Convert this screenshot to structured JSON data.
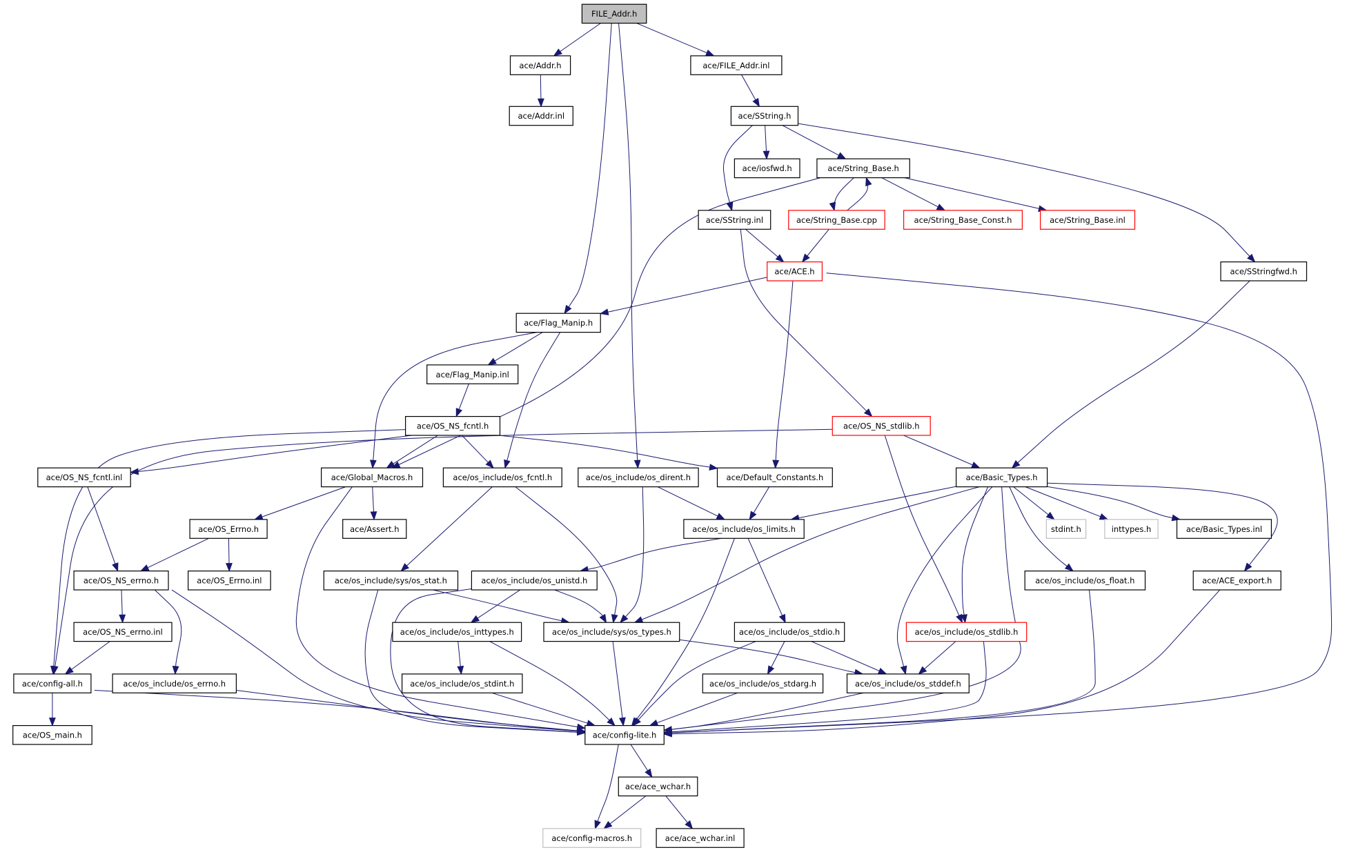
{
  "colors": {
    "edge": "#191970",
    "border_normal": "#000000",
    "border_truncated": "#ff0000",
    "border_external": "#bfbfbf",
    "fill_root": "#bfbfbf",
    "fill_normal": "#ffffff"
  },
  "nodes": [
    {
      "id": "n0",
      "label": "FILE_Addr.h",
      "style": "root"
    },
    {
      "id": "n1",
      "label": "ace/Addr.h",
      "style": "normal"
    },
    {
      "id": "n2",
      "label": "ace/FILE_Addr.inl",
      "style": "normal"
    },
    {
      "id": "n3",
      "label": "ace/Addr.inl",
      "style": "normal"
    },
    {
      "id": "n4",
      "label": "ace/SString.h",
      "style": "normal"
    },
    {
      "id": "n5",
      "label": "ace/iosfwd.h",
      "style": "normal"
    },
    {
      "id": "n6",
      "label": "ace/String_Base.h",
      "style": "normal"
    },
    {
      "id": "n7",
      "label": "ace/SString.inl",
      "style": "normal"
    },
    {
      "id": "n8",
      "label": "ace/String_Base.cpp",
      "style": "truncated"
    },
    {
      "id": "n9",
      "label": "ace/String_Base_Const.h",
      "style": "truncated"
    },
    {
      "id": "n10",
      "label": "ace/String_Base.inl",
      "style": "truncated"
    },
    {
      "id": "n11",
      "label": "ace/ACE.h",
      "style": "truncated"
    },
    {
      "id": "n12",
      "label": "ace/SStringfwd.h",
      "style": "normal"
    },
    {
      "id": "n13",
      "label": "ace/Flag_Manip.h",
      "style": "normal"
    },
    {
      "id": "n14",
      "label": "ace/Flag_Manip.inl",
      "style": "normal"
    },
    {
      "id": "n15",
      "label": "ace/OS_NS_fcntl.h",
      "style": "normal"
    },
    {
      "id": "n16",
      "label": "ace/OS_NS_stdlib.h",
      "style": "truncated"
    },
    {
      "id": "n17",
      "label": "ace/OS_NS_fcntl.inl",
      "style": "normal"
    },
    {
      "id": "n18",
      "label": "ace/Global_Macros.h",
      "style": "normal"
    },
    {
      "id": "n19",
      "label": "ace/os_include/os_fcntl.h",
      "style": "normal"
    },
    {
      "id": "n20",
      "label": "ace/os_include/os_dirent.h",
      "style": "normal"
    },
    {
      "id": "n21",
      "label": "ace/Default_Constants.h",
      "style": "normal"
    },
    {
      "id": "n22",
      "label": "ace/Basic_Types.h",
      "style": "normal"
    },
    {
      "id": "n23",
      "label": "ace/OS_Errno.h",
      "style": "normal"
    },
    {
      "id": "n24",
      "label": "ace/Assert.h",
      "style": "normal"
    },
    {
      "id": "n25",
      "label": "ace/os_include/os_limits.h",
      "style": "normal"
    },
    {
      "id": "n26",
      "label": "stdint.h",
      "style": "external"
    },
    {
      "id": "n27",
      "label": "inttypes.h",
      "style": "external"
    },
    {
      "id": "n28",
      "label": "ace/Basic_Types.inl",
      "style": "normal"
    },
    {
      "id": "n29",
      "label": "ace/OS_NS_errno.h",
      "style": "normal"
    },
    {
      "id": "n30",
      "label": "ace/OS_Errno.inl",
      "style": "normal"
    },
    {
      "id": "n31",
      "label": "ace/os_include/sys/os_stat.h",
      "style": "normal"
    },
    {
      "id": "n32",
      "label": "ace/os_include/os_unistd.h",
      "style": "normal"
    },
    {
      "id": "n33",
      "label": "ace/os_include/os_float.h",
      "style": "normal"
    },
    {
      "id": "n34",
      "label": "ace/ACE_export.h",
      "style": "normal"
    },
    {
      "id": "n35",
      "label": "ace/OS_NS_errno.inl",
      "style": "normal"
    },
    {
      "id": "n36",
      "label": "ace/os_include/os_inttypes.h",
      "style": "normal"
    },
    {
      "id": "n37",
      "label": "ace/os_include/sys/os_types.h",
      "style": "normal"
    },
    {
      "id": "n38",
      "label": "ace/os_include/os_stdio.h",
      "style": "normal"
    },
    {
      "id": "n39",
      "label": "ace/os_include/os_stdlib.h",
      "style": "truncated"
    },
    {
      "id": "n40",
      "label": "ace/config-all.h",
      "style": "normal"
    },
    {
      "id": "n41",
      "label": "ace/os_include/os_errno.h",
      "style": "normal"
    },
    {
      "id": "n42",
      "label": "ace/os_include/os_stdint.h",
      "style": "normal"
    },
    {
      "id": "n43",
      "label": "ace/os_include/os_stdarg.h",
      "style": "normal"
    },
    {
      "id": "n44",
      "label": "ace/os_include/os_stddef.h",
      "style": "normal"
    },
    {
      "id": "n45",
      "label": "ace/OS_main.h",
      "style": "normal"
    },
    {
      "id": "n46",
      "label": "ace/config-lite.h",
      "style": "normal"
    },
    {
      "id": "n47",
      "label": "ace/ace_wchar.h",
      "style": "normal"
    },
    {
      "id": "n48",
      "label": "ace/config-macros.h",
      "style": "external"
    },
    {
      "id": "n49",
      "label": "ace/ace_wchar.inl",
      "style": "normal"
    }
  ],
  "edges": [
    [
      "n0",
      "n1"
    ],
    [
      "n0",
      "n2"
    ],
    [
      "n0",
      "n13"
    ],
    [
      "n0",
      "n20"
    ],
    [
      "n1",
      "n3"
    ],
    [
      "n2",
      "n4"
    ],
    [
      "n4",
      "n5"
    ],
    [
      "n4",
      "n6"
    ],
    [
      "n4",
      "n7"
    ],
    [
      "n4",
      "n12"
    ],
    [
      "n6",
      "n8"
    ],
    [
      "n6",
      "n9"
    ],
    [
      "n6",
      "n10"
    ],
    [
      "n6",
      "n18"
    ],
    [
      "n8",
      "n6"
    ],
    [
      "n8",
      "n11"
    ],
    [
      "n7",
      "n11"
    ],
    [
      "n7",
      "n16"
    ],
    [
      "n11",
      "n13"
    ],
    [
      "n11",
      "n21"
    ],
    [
      "n11",
      "n46"
    ],
    [
      "n12",
      "n22"
    ],
    [
      "n13",
      "n14"
    ],
    [
      "n13",
      "n18"
    ],
    [
      "n13",
      "n19"
    ],
    [
      "n14",
      "n15"
    ],
    [
      "n15",
      "n17"
    ],
    [
      "n15",
      "n18"
    ],
    [
      "n15",
      "n19"
    ],
    [
      "n15",
      "n21"
    ],
    [
      "n15",
      "n40"
    ],
    [
      "n16",
      "n22"
    ],
    [
      "n16",
      "n39"
    ],
    [
      "n16",
      "n40"
    ],
    [
      "n17",
      "n29"
    ],
    [
      "n18",
      "n23"
    ],
    [
      "n18",
      "n24"
    ],
    [
      "n18",
      "n46"
    ],
    [
      "n19",
      "n31"
    ],
    [
      "n19",
      "n37"
    ],
    [
      "n20",
      "n25"
    ],
    [
      "n20",
      "n37"
    ],
    [
      "n21",
      "n25"
    ],
    [
      "n22",
      "n25"
    ],
    [
      "n22",
      "n26"
    ],
    [
      "n22",
      "n27"
    ],
    [
      "n22",
      "n28"
    ],
    [
      "n22",
      "n33"
    ],
    [
      "n22",
      "n34"
    ],
    [
      "n22",
      "n37"
    ],
    [
      "n22",
      "n39"
    ],
    [
      "n22",
      "n44"
    ],
    [
      "n22",
      "n46"
    ],
    [
      "n23",
      "n29"
    ],
    [
      "n23",
      "n30"
    ],
    [
      "n25",
      "n32"
    ],
    [
      "n25",
      "n38"
    ],
    [
      "n25",
      "n46"
    ],
    [
      "n29",
      "n35"
    ],
    [
      "n29",
      "n41"
    ],
    [
      "n29",
      "n46"
    ],
    [
      "n31",
      "n37"
    ],
    [
      "n31",
      "n46"
    ],
    [
      "n32",
      "n36"
    ],
    [
      "n32",
      "n37"
    ],
    [
      "n32",
      "n46"
    ],
    [
      "n33",
      "n46"
    ],
    [
      "n34",
      "n46"
    ],
    [
      "n35",
      "n40"
    ],
    [
      "n36",
      "n42"
    ],
    [
      "n36",
      "n46"
    ],
    [
      "n37",
      "n44"
    ],
    [
      "n37",
      "n46"
    ],
    [
      "n38",
      "n43"
    ],
    [
      "n38",
      "n44"
    ],
    [
      "n38",
      "n46"
    ],
    [
      "n39",
      "n44"
    ],
    [
      "n39",
      "n46"
    ],
    [
      "n40",
      "n45"
    ],
    [
      "n40",
      "n46"
    ],
    [
      "n41",
      "n46"
    ],
    [
      "n42",
      "n46"
    ],
    [
      "n43",
      "n46"
    ],
    [
      "n44",
      "n46"
    ],
    [
      "n46",
      "n47"
    ],
    [
      "n46",
      "n48"
    ],
    [
      "n47",
      "n48"
    ],
    [
      "n47",
      "n49"
    ]
  ]
}
